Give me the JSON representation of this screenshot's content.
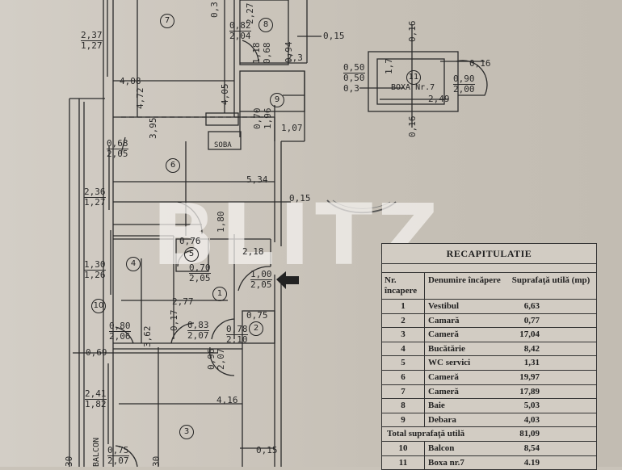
{
  "watermark": "BLITZ",
  "plan": {
    "rooms": [
      {
        "num": "1"
      },
      {
        "num": "2"
      },
      {
        "num": "3"
      },
      {
        "num": "4"
      },
      {
        "num": "5"
      },
      {
        "num": "6"
      },
      {
        "num": "7"
      },
      {
        "num": "8"
      },
      {
        "num": "9"
      },
      {
        "num": "10"
      },
      {
        "num": "11"
      }
    ],
    "labels": {
      "soba": "SOBA",
      "boxa": "BOXA Nr.7",
      "balcon": "BALCON"
    },
    "windows": [
      {
        "top": "2,37",
        "bottom": "1,27"
      },
      {
        "top": "0,68",
        "bottom": "2,05"
      },
      {
        "top": "2,36",
        "bottom": "1,27"
      },
      {
        "top": "1,30",
        "bottom": "1,26"
      },
      {
        "top": "0,80",
        "bottom": "2,06"
      },
      {
        "top": "2,41",
        "bottom": "1,82"
      },
      {
        "top": "0,75",
        "bottom": "2,07"
      },
      {
        "top": "0,82",
        "bottom": "2,04"
      },
      {
        "top": "0,76",
        "bottom": ""
      },
      {
        "top": "0,70",
        "bottom": "2,05"
      },
      {
        "top": "1,00",
        "bottom": "2,05"
      },
      {
        "top": "0,83",
        "bottom": "2,07"
      },
      {
        "top": "0,78",
        "bottom": "2,10"
      },
      {
        "top": "0,75",
        "bottom": ""
      },
      {
        "top": "0,50",
        "bottom": "0,50"
      },
      {
        "top": "0,90",
        "bottom": "2,00"
      }
    ],
    "dimensions": {
      "d_4_08": "4,08",
      "d_4_72": "4,72",
      "d_4_05": "4,05",
      "d_3_95": "3,95",
      "d_5_34": "5,34",
      "d_0_15_a": "0,15",
      "d_0_15_b": "0,15",
      "d_0_15_c": "0,15",
      "d_2_77": "2,77",
      "d_3_62": "3,62",
      "d_0_17": "0,17",
      "d_0_69": "0,69",
      "d_4_16": "4,16",
      "d_2_18": "2,18",
      "d_2_3": "2,3",
      "d_1_07": "1,07",
      "d_0_16_a": "0,16",
      "d_0_16_b": "0,16",
      "d_0_16_c": "0,16",
      "d_0_3": "0,3",
      "d_2_49": "2,49",
      "d_1_7": "1,7",
      "d_1_18": "1,18",
      "d_0_68": "0,68",
      "d_0_94": "0,94",
      "d_2_27": "2,27",
      "d_0_3_top": "0,3",
      "d_1_80": "1,80",
      "d_0_70v": "0,70",
      "d_1_96": "1,96",
      "d_0_96": "0,96",
      "d_2_07v": "2,07",
      "d_30_a": "30",
      "d_30_b": "30"
    }
  },
  "table": {
    "title": "RECAPITULATIE",
    "headers": {
      "nr": "Nr. încapere",
      "name": "Denumire încăpere",
      "area": "Suprafaţă utilă (mp)"
    },
    "rows": [
      {
        "nr": "1",
        "name": "Vestibul",
        "area": "6,63"
      },
      {
        "nr": "2",
        "name": "Camară",
        "area": "0,77"
      },
      {
        "nr": "3",
        "name": "Cameră",
        "area": "17,04"
      },
      {
        "nr": "4",
        "name": "Bucătărie",
        "area": "8,42"
      },
      {
        "nr": "5",
        "name": "WC servici",
        "area": "1,31"
      },
      {
        "nr": "6",
        "name": "Cameră",
        "area": "19,97"
      },
      {
        "nr": "7",
        "name": "Cameră",
        "area": "17,89"
      },
      {
        "nr": "8",
        "name": "Baie",
        "area": "5,03"
      },
      {
        "nr": "9",
        "name": "Debara",
        "area": "4,03"
      }
    ],
    "total": {
      "label": "Total suprafaţă utilă",
      "area": "81,09"
    },
    "extra_rows": [
      {
        "nr": "10",
        "name": "Balcon",
        "area": "8,54"
      },
      {
        "nr": "11",
        "name": "Boxa nr.7",
        "area": "4.19"
      }
    ]
  },
  "colors": {
    "paper": "#c9c3b9",
    "ink": "#2a2a2a",
    "watermark": "#f5f3f0"
  }
}
